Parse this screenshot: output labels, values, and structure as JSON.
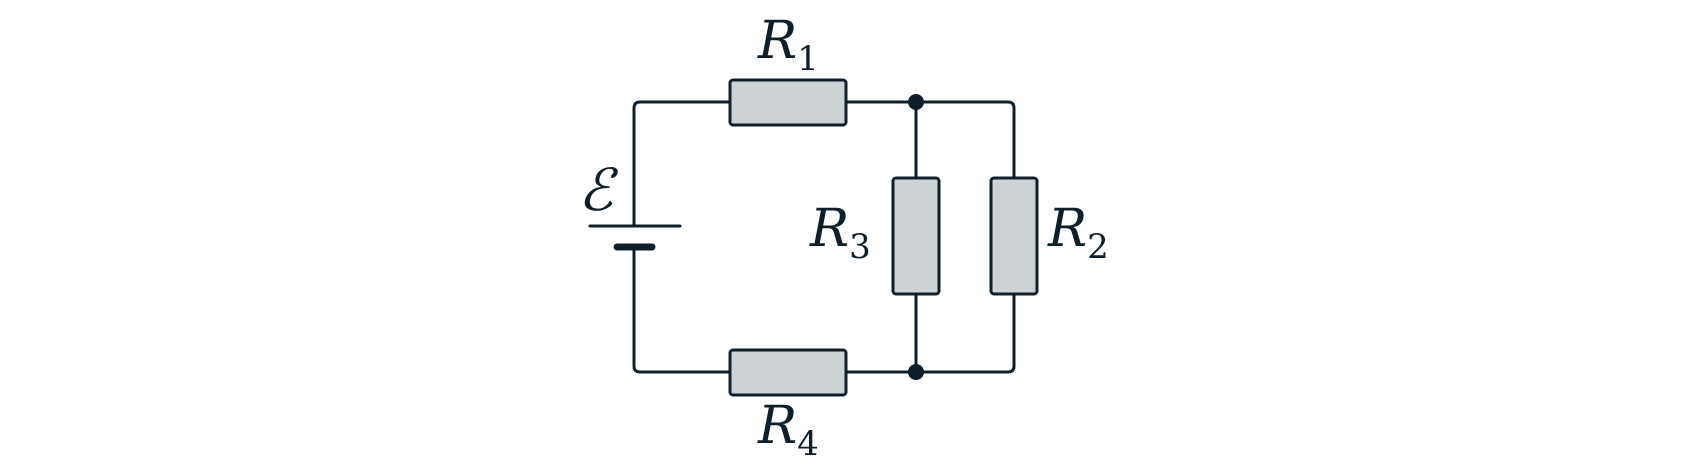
{
  "labels": {
    "emf": "ℰ",
    "r1": {
      "base": "R",
      "sub": "1"
    },
    "r2": {
      "base": "R",
      "sub": "2"
    },
    "r3": {
      "base": "R",
      "sub": "3"
    },
    "r4": {
      "base": "R",
      "sub": "4"
    }
  },
  "colors": {
    "wire": "#0f1f2a",
    "resistor_fill": "#ccd1d3",
    "background": "#ffffff"
  }
}
